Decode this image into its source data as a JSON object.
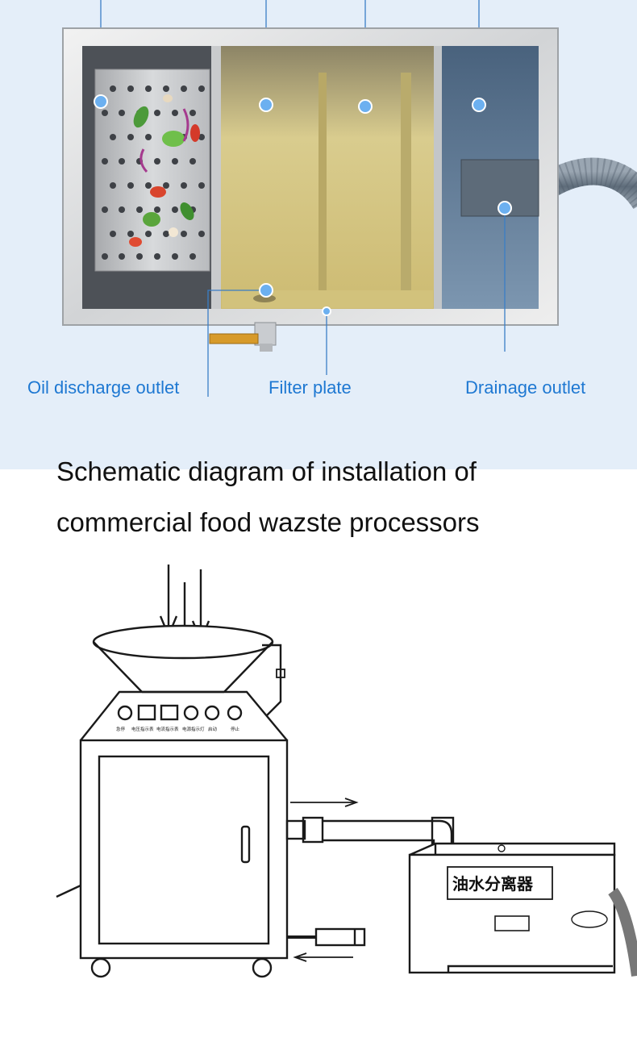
{
  "callouts": {
    "oil_discharge_outlet": "Oil discharge outlet",
    "filter_plate": "Filter plate",
    "drainage_outlet": "Drainage outlet"
  },
  "heading": {
    "line1": "Schematic diagram of installation of",
    "line2": "commercial food wazste processors"
  },
  "separator_label": "油水分离器",
  "control_panel_labels": [
    "急停",
    "电压指示表",
    "电流指示表",
    "电源指示灯",
    "启动",
    "停止"
  ],
  "colors": {
    "accent_blue": "#1e78d2",
    "marker_blue": "#5fa8ee",
    "panel_bg": "#e4eef9",
    "oil_tint": "#d8c98a",
    "water_tint": "#6f8fb0"
  }
}
